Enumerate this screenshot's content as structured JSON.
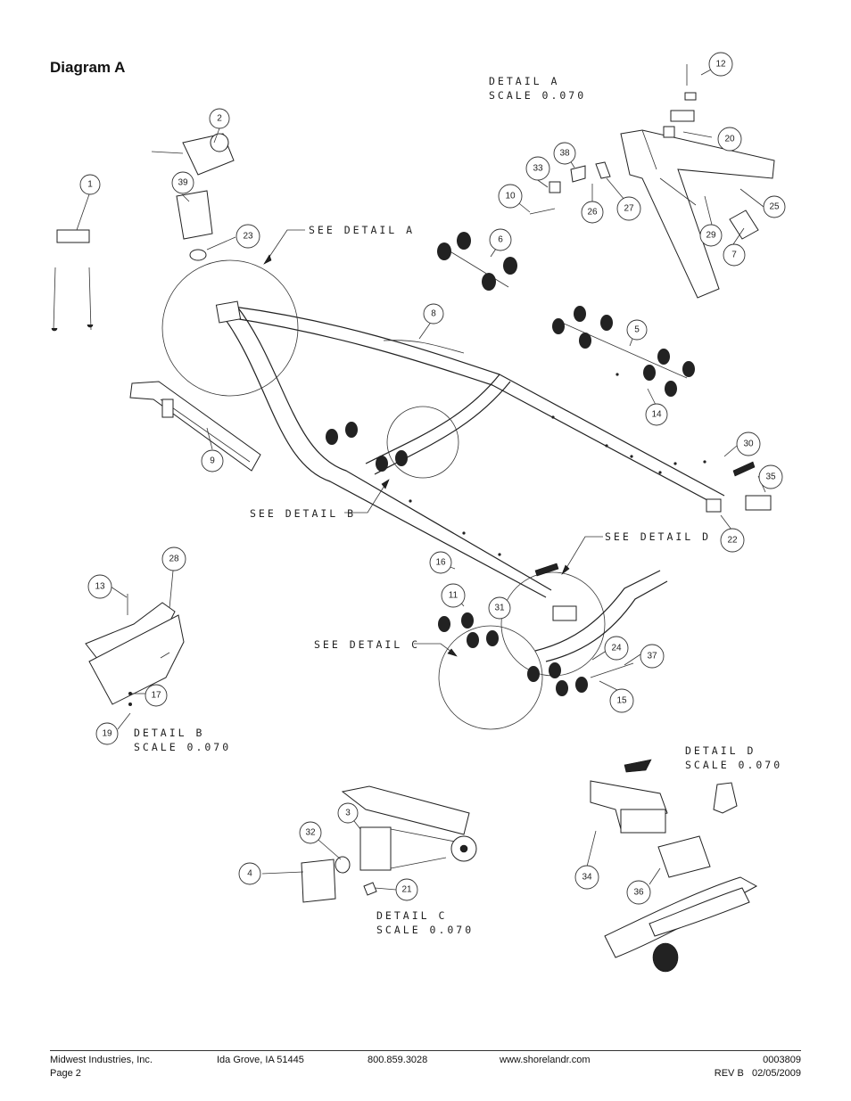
{
  "page": {
    "title": "Diagram A"
  },
  "details": [
    {
      "name": "DETAIL A",
      "scale": "SCALE 0.070"
    },
    {
      "name": "DETAIL B",
      "scale": "SCALE 0.070"
    },
    {
      "name": "DETAIL C",
      "scale": "SCALE 0.070"
    },
    {
      "name": "DETAIL D",
      "scale": "SCALE 0.070"
    }
  ],
  "callouts": {
    "see_a": "SEE DETAIL A",
    "see_b": "SEE DETAIL B",
    "see_c": "SEE DETAIL C",
    "see_d": "SEE DETAIL D"
  },
  "part_numbers": [
    "1",
    "2",
    "3",
    "4",
    "5",
    "6",
    "7",
    "8",
    "9",
    "10",
    "11",
    "12",
    "13",
    "14",
    "15",
    "16",
    "17",
    "19",
    "20",
    "21",
    "22",
    "23",
    "24",
    "25",
    "26",
    "27",
    "28",
    "29",
    "30",
    "31",
    "32",
    "33",
    "34",
    "35",
    "36",
    "37",
    "38",
    "39"
  ],
  "footer": {
    "company": "Midwest Industries, Inc.",
    "page": "Page 2",
    "address": "Ida Grove, IA 51445",
    "phone": "800.859.3028",
    "website": "www.shorelandr.com",
    "doc_number": "0003809",
    "revision": "REV B   02/05/2009"
  }
}
